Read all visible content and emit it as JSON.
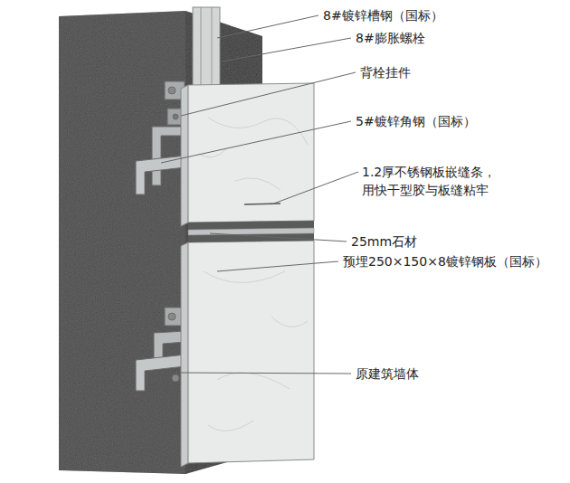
{
  "diagram": {
    "labels": [
      "8#镀锌槽钢（国标）",
      "8#膨胀螺栓",
      "背栓挂件",
      "5#镀锌角钢（国标）",
      "1.2厚不锈钢板嵌缝条， 用快干型胶与板缝粘牢",
      "25mm石材",
      "预埋250×150×8镀锌钢板（国标）",
      "原建筑墙体"
    ]
  }
}
